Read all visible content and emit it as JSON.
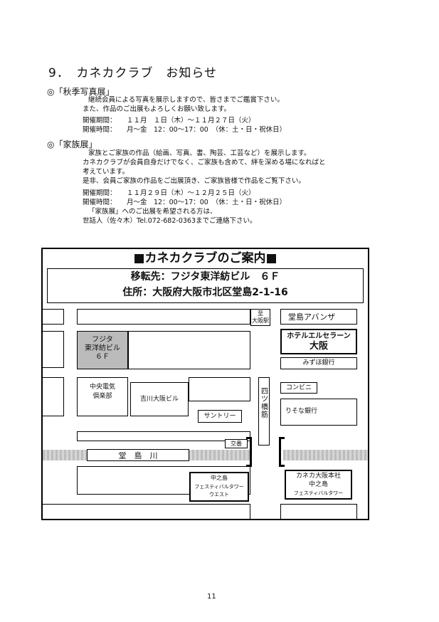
{
  "heading": "9．　カネカクラブ　お知らせ",
  "section1": {
    "title": "◎「秋季写真展」",
    "lines": [
      "継続会員による写真を展示しますので、皆さまでご鑑賞下さい。",
      "また、作品のご出展もよろしくお願い致します。"
    ],
    "period_label": "開催期間：",
    "period_value": "１１月　１日（木）～１１月２７日（火）",
    "time_label": "開催時間：",
    "time_value": "月～金　12：00～17：00　（休：土・日・祝休日）"
  },
  "section2": {
    "title": "◎「家族展」",
    "lines": [
      "家族とご家族の作品（絵画、写真、書、陶芸、工芸など）を展示します。",
      "カネカクラブが会員自身だけでなく、ご家族も含めて、絆を深める場になればと",
      "考えています。",
      "是非、会員ご家族の作品をご出展頂き、ご家族皆様で作品をご覧下さい。"
    ],
    "period_label": "開催期間：",
    "period_value": "１１月２９日（木）～１２月２５日（火）",
    "time_label": "開催時間：",
    "time_value": "月～金　12：00～17：00　（休：土・日・祝休日）",
    "note1": "「家族展」へのご出展を希望される方は、",
    "note2": "世話人（佐々木）Tel.072-682-0363までご連絡下さい。"
  },
  "map": {
    "title": "■カネカクラブのご案内■",
    "move_to": "移転先：フジタ東洋紡ビル　６Ｆ",
    "address": "住所：大阪府大阪市北区堂島2-1-16",
    "to_osaka_1": "至",
    "to_osaka_2": "大阪駅",
    "dojima_avanza": "堂島アバンザ",
    "hotel_1": "ホテルエルセラーン",
    "hotel_2": "大阪",
    "mizuho": "みずほ銀行",
    "fujita_1": "フジタ",
    "fujita_2": "東洋紡ビル",
    "fujita_3": "６Ｆ",
    "chuo_denki_1": "中央電気",
    "chuo_denki_2": "倶楽部",
    "yoshikawa": "吉川大阪ビル",
    "suntory": "サントリー",
    "yotsubashi": "四ツ橋筋",
    "konbini": "コンビニ",
    "resona": "りそな銀行",
    "kouban": "交番",
    "dojima_river": "堂　島　川",
    "nakanoshima_west_1": "中之島",
    "nakanoshima_west_2": "フェスティバルタワー",
    "nakanoshima_west_3": "ウエスト",
    "kaneka_1": "カネカ大阪本社",
    "kaneka_2": "中之島",
    "kaneka_3": "フェスティバルタワー"
  },
  "page_number": "11"
}
